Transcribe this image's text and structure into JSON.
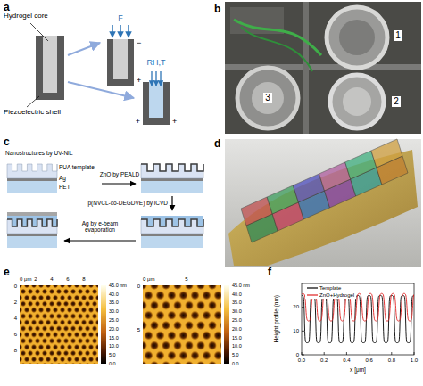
{
  "diagram": {
    "labels": [
      "a",
      "Hydrogel core",
      "Piezoelectric shell",
      "F",
      "−",
      "+",
      "RH,T",
      "+",
      "+",
      "b",
      "1",
      "2",
      "3",
      "c",
      "Nanostructures by UV-NIL",
      "PUA template",
      "Ag",
      "PET",
      "ZnO by PEALD",
      "p(NVCL-co-DEGDVE) by iCVD",
      "Ag by e-beam evaporation",
      "d",
      "e",
      "0 μm",
      "2",
      "4",
      "6",
      "8",
      "0",
      "2",
      "4",
      "6",
      "8",
      "45.0 nm",
      "40.0",
      "35.0",
      "30.0",
      "25.0",
      "20.0",
      "15.0",
      "10.0",
      "5.0",
      "0.0",
      "0 μm",
      "5",
      "0",
      "5",
      "45.0 nm",
      "40.0",
      "35.0",
      "30.0",
      "25.0",
      "20.0",
      "15.0",
      "10.0",
      "5.0",
      "0.0",
      "f",
      "Height profile (nm)",
      "20",
      "10",
      "0",
      "0.0",
      "0.2",
      "0.4",
      "0.6",
      "0.8",
      "1.0",
      "x [μm]"
    ],
    "legend": [
      {
        "text": "Template"
      },
      {
        "text": "ZnO+Hydrogel"
      }
    ]
  }
}
